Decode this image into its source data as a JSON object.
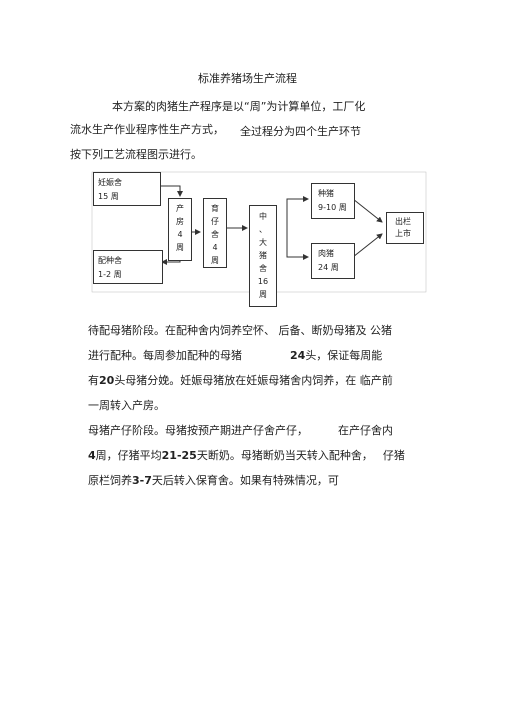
{
  "document": {
    "title": "标准养猪场生产流程",
    "intro_line1": "本方案的肉猪生产程序是以“周”为计算单位，工厂化",
    "intro_line2a": "流水生产作业程序性生产方式，",
    "intro_line2b": "全过程分为四个生产环节",
    "intro_line3": "按下列工艺流程图示进行。"
  },
  "flowchart": {
    "gestation": {
      "label": "妊娠舍",
      "weeks": "15 周"
    },
    "breeding": {
      "label": "配种舍",
      "weeks": "1-2 周"
    },
    "farrowing": {
      "chars": [
        "产",
        "房",
        "4",
        "周"
      ]
    },
    "nursery": {
      "chars": [
        "育",
        "仔",
        "舍",
        "4",
        "周"
      ]
    },
    "grower": {
      "chars": [
        "中",
        "、",
        "大",
        "猪",
        "舍",
        "16",
        "周"
      ]
    },
    "breeder": {
      "label": "种猪",
      "weeks": "9-10 周"
    },
    "market_hog": {
      "label": "肉猪",
      "weeks": "24 周"
    },
    "exit": {
      "line1": "出栏",
      "line2": "上市"
    }
  },
  "sections": {
    "p1_line1": "待配母猪阶段。在配种舍内饲养空怀、 后备、断奶母猪及 公猪",
    "p1_line2a": "进行配种。每周参加配种的母猪",
    "p1_line2b": "24",
    "p1_line2c": "头，保证每周能",
    "p1_line3a": "有",
    "p1_line3b": "20",
    "p1_line3c": "头母猪分娩。妊娠母猪放在妊娠母猪舍内饲养，在 临产前",
    "p1_line4": "一周转入产房。",
    "p2_line1a": "母猪产仔阶段。母猪按预产期进产仔舍产仔，",
    "p2_line1b": "在产仔舍内",
    "p2_line2a": "4",
    "p2_line2b": "周，仔猪平均",
    "p2_line2c": "21-25",
    "p2_line2d": "天断奶。母猪断奶当天转入配种舍，",
    "p2_line2e": "仔猪",
    "p2_line3a": "原栏饲养",
    "p2_line3b": "3-7",
    "p2_line3c": "天后转入保育舍。如果有特殊情况，可"
  }
}
